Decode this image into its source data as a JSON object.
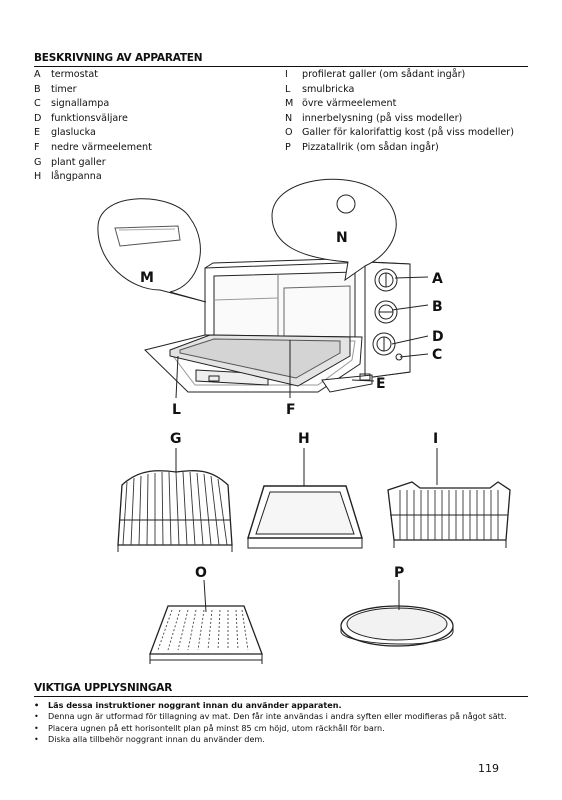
{
  "section1": {
    "title": "BESKRIVNING AV APPARATEN",
    "legend_left": [
      {
        "key": "A",
        "text": "termostat"
      },
      {
        "key": "B",
        "text": "timer"
      },
      {
        "key": "C",
        "text": "signallampa"
      },
      {
        "key": "D",
        "text": "funktionsväljare"
      },
      {
        "key": "E",
        "text": "glaslucka"
      },
      {
        "key": "F",
        "text": "nedre värmeelement"
      },
      {
        "key": "G",
        "text": "plant galler"
      },
      {
        "key": "H",
        "text": "långpanna"
      }
    ],
    "legend_right": [
      {
        "key": "I",
        "text": "profilerat galler (om sådant ingår)"
      },
      {
        "key": "L",
        "text": "smulbricka"
      },
      {
        "key": "M",
        "text": "övre värmeelement"
      },
      {
        "key": "N",
        "text": "innerbelysning (på viss modeller)"
      },
      {
        "key": "O",
        "text": "Galler för kalorifattig kost (på viss modeller)"
      },
      {
        "key": "P",
        "text": "Pizzatallrik (om sådan ingår)"
      }
    ]
  },
  "figure_labels": {
    "A": "A",
    "B": "B",
    "C": "C",
    "D": "D",
    "E": "E",
    "F": "F",
    "L": "L",
    "M": "M",
    "N": "N",
    "G": "G",
    "H": "H",
    "I": "I",
    "O": "O",
    "P": "P"
  },
  "section2": {
    "title": "VIKTIGA UPPLYSNINGAR",
    "bullets": [
      {
        "text": "Läs dessa instruktioner noggrant innan du använder apparaten.",
        "bold": true
      },
      {
        "text": "Denna ugn är utformad för tillagning av mat. Den får inte användas i andra syften eller modifieras på något sätt.",
        "bold": false
      },
      {
        "text": "Placera ugnen på ett horisontellt plan på minst 85 cm höjd, utom räckhåll för barn.",
        "bold": false
      },
      {
        "text": "Diska alla tillbehör noggrant innan du använder dem.",
        "bold": false
      }
    ]
  },
  "page_number": "119"
}
